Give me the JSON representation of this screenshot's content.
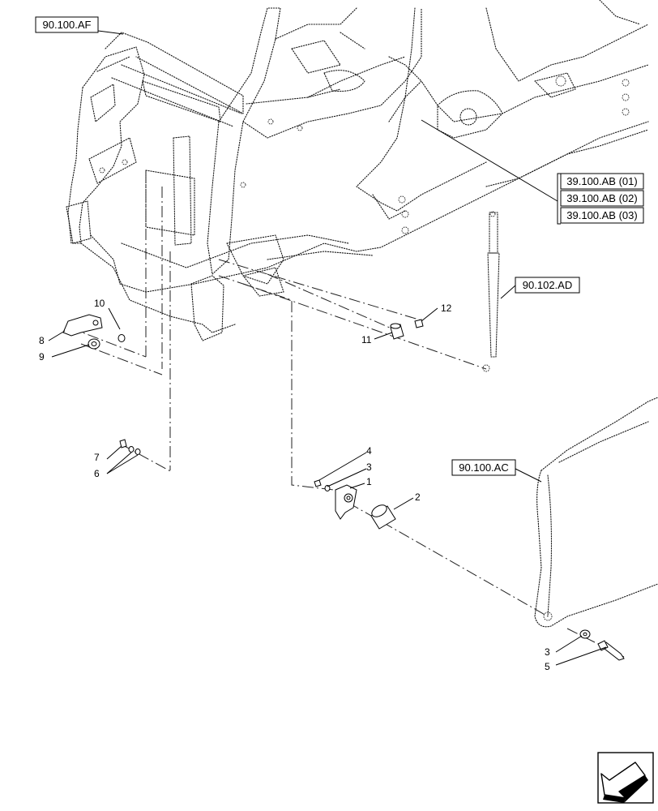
{
  "references": {
    "frame": "90.100.AF",
    "cab_mount_1": "39.100.AB (01)",
    "cab_mount_2": "39.100.AB (02)",
    "cab_mount_3": "39.100.AB (03)",
    "gas_strut": "90.102.AD",
    "door": "90.100.AC"
  },
  "callouts": {
    "c1": "1",
    "c2": "2",
    "c3a": "3",
    "c3b": "3",
    "c4": "4",
    "c5": "5",
    "c6": "6",
    "c7": "7",
    "c8": "8",
    "c9": "9",
    "c10": "10",
    "c11": "11",
    "c12": "12"
  },
  "icons": {
    "nav": "arrow-icon"
  }
}
